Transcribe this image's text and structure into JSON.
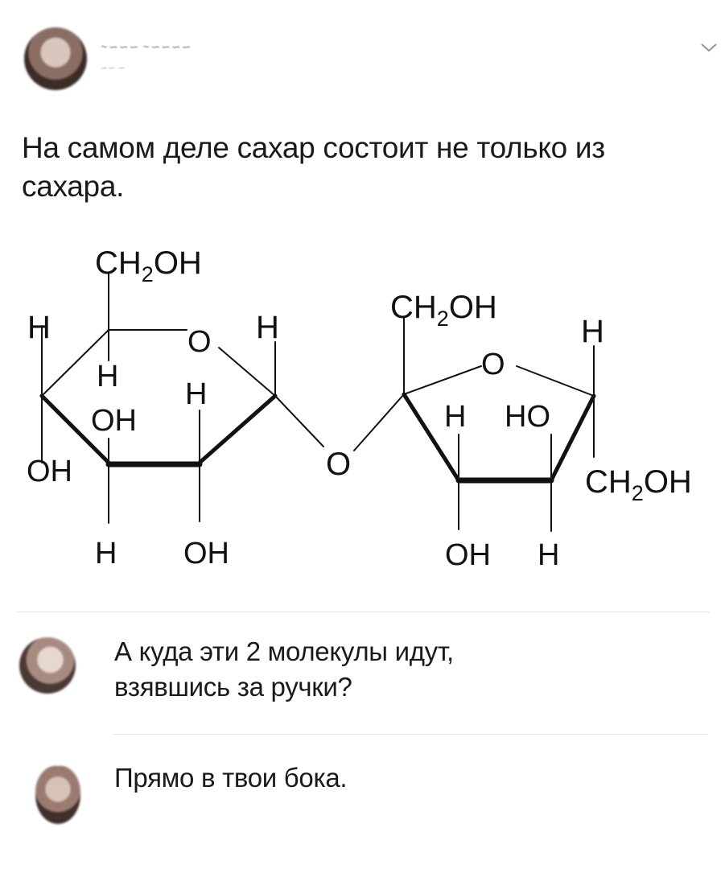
{
  "post": {
    "author_name": "~∽∽∽ ~∽∽∽∽",
    "author_meta": "∽∽ ∽",
    "text": "На самом деле сахар состоит не только из сахара."
  },
  "formula": {
    "glucose": {
      "top": "CH",
      "top_sub": "2",
      "top_tail": "OH",
      "h_left": "H",
      "ring_o": "O",
      "h_right": "H",
      "h_inner": "H",
      "h_inner2": "H",
      "oh_inner": "OH",
      "oh_left": "OH",
      "h_bottom": "H",
      "oh_bottom": "OH"
    },
    "bridge_o": "O",
    "fructose": {
      "top": "CH",
      "top_sub": "2",
      "top_tail": "OH",
      "h_top_right": "H",
      "ring_o": "O",
      "h_inner": "H",
      "ho_inner": "HO",
      "right": "CH",
      "right_sub": "2",
      "right_tail": "OH",
      "oh_bottom": "OH",
      "h_bottom": "H"
    }
  },
  "comments": [
    {
      "text_line1": "А куда эти 2 молекулы идут,",
      "text_line2": "взявшись за ручки?"
    },
    {
      "text_line1": "Прямо в твои бока."
    }
  ]
}
